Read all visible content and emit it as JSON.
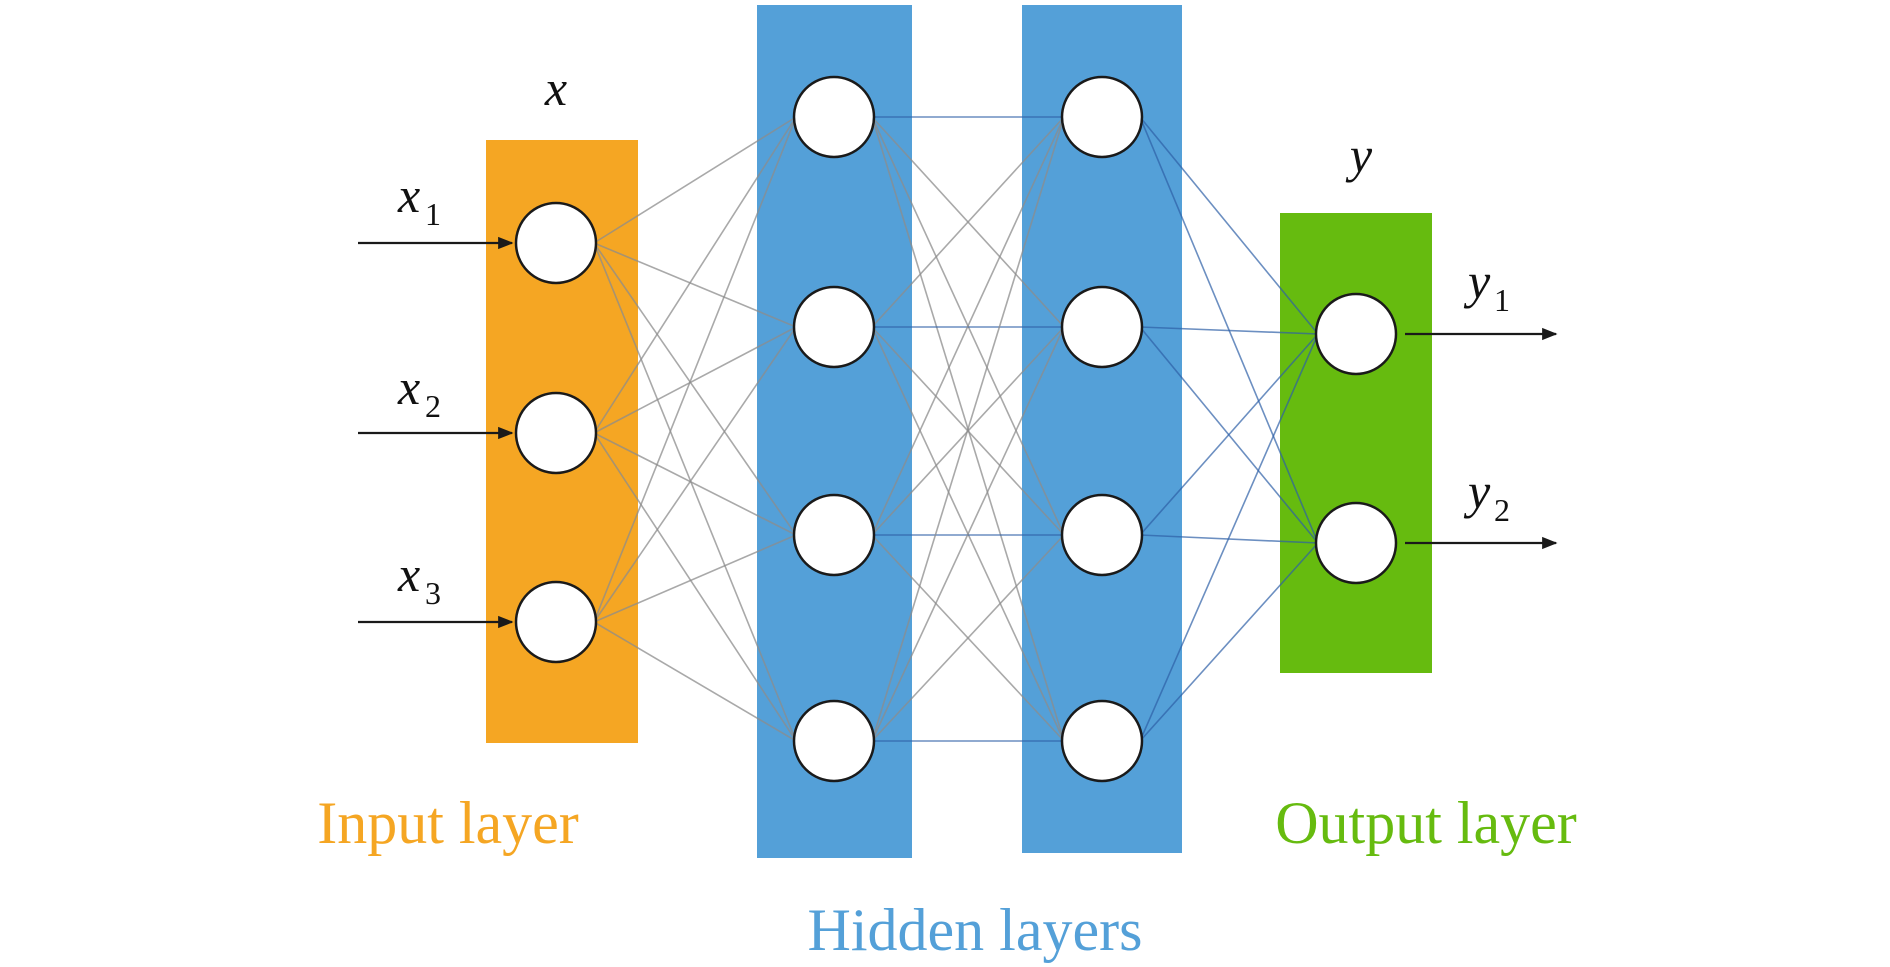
{
  "colors": {
    "input": "#F5A623",
    "hidden": "#54A0D8",
    "output": "#66BB0F",
    "node_fill": "#FFFFFF",
    "node_stroke": "#1A1A1A",
    "edge_gray": "#8C8C8C",
    "edge_blue": "#2E5FA6",
    "arrow": "#1A1A1A"
  },
  "labels": {
    "input_vector": "x",
    "output_vector": "y",
    "input_caption": "Input layer",
    "hidden_caption": "Hidden layers",
    "output_caption": "Output layer"
  },
  "inputs": [
    {
      "base": "x",
      "sub": "1"
    },
    {
      "base": "x",
      "sub": "2"
    },
    {
      "base": "x",
      "sub": "3"
    }
  ],
  "outputs": [
    {
      "base": "y",
      "sub": "1"
    },
    {
      "base": "y",
      "sub": "2"
    }
  ],
  "layers": [
    {
      "role": "input",
      "nodes": 3
    },
    {
      "role": "hidden",
      "nodes": 4
    },
    {
      "role": "hidden",
      "nodes": 4
    },
    {
      "role": "output",
      "nodes": 2
    }
  ],
  "connectivity": "fully-connected"
}
